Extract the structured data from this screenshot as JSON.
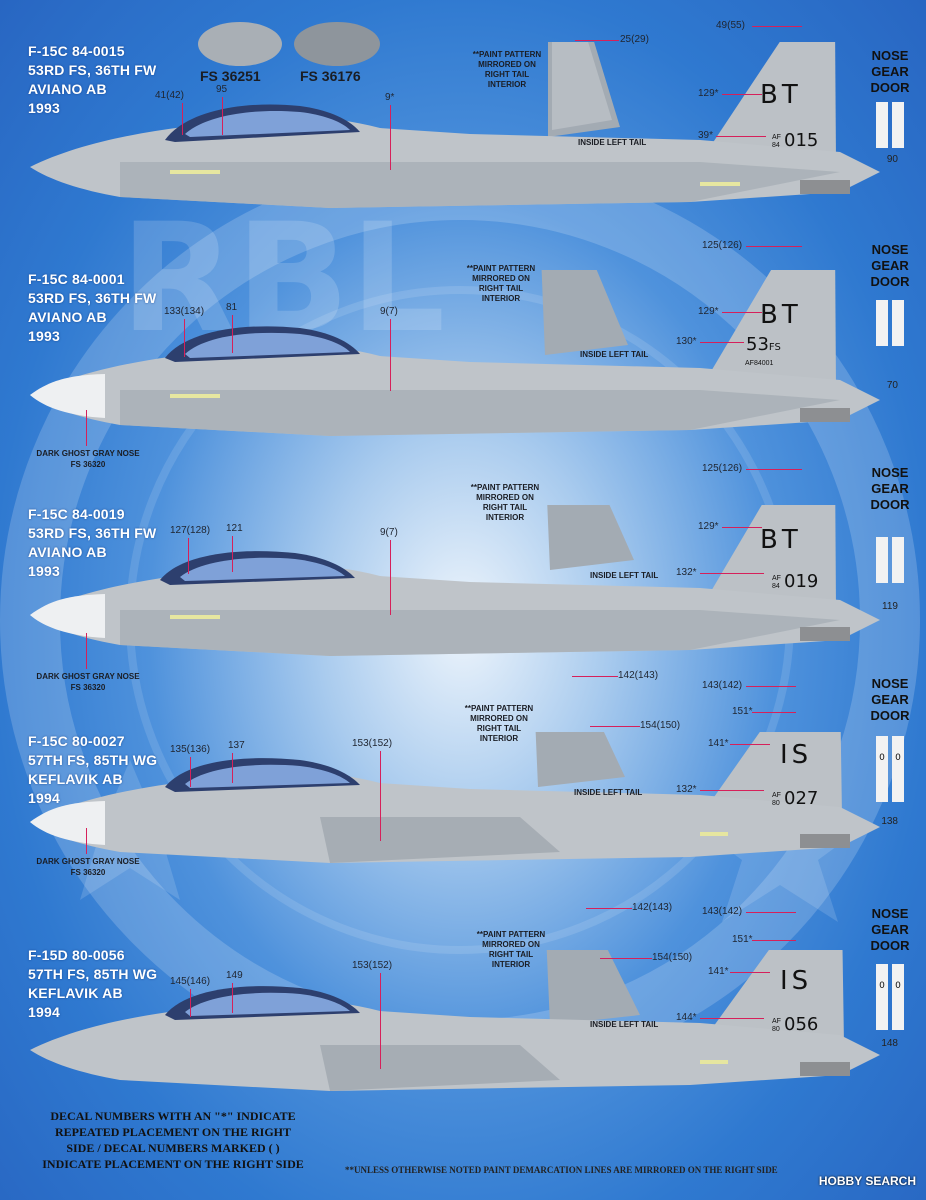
{
  "swatches": [
    {
      "label": "FS 36251",
      "color": "#a9afb5"
    },
    {
      "label": "FS 36176",
      "color": "#8e959c"
    }
  ],
  "notes": {
    "paint_pattern": "**PAINT PATTERN MIRRORED ON RIGHT TAIL INTERIOR",
    "inside_left_tail": "INSIDE LEFT TAIL",
    "dark_ghost_line1": "DARK GHOST GRAY NOSE",
    "dark_ghost_line2": "FS 36320",
    "ngd": [
      "NOSE",
      "GEAR",
      "DOOR"
    ]
  },
  "aircraft": [
    {
      "lines": [
        "F-15C 84-0015",
        "53RD FS, 36TH FW",
        "AVIANO AB",
        "1993"
      ],
      "tail_code": "BT",
      "serial": "015",
      "af_small": [
        "AF",
        "84"
      ],
      "callouts": {
        "canopy_a": "41(42)",
        "canopy_b": "95",
        "spine": "9*",
        "fin_top": "49(55)",
        "fin_code": "129*",
        "fin_serial": "39*",
        "inner_tail": "25(29)"
      },
      "ngd_num": "90"
    },
    {
      "lines": [
        "F-15C 84-0001",
        "53RD FS, 36TH FW",
        "AVIANO AB",
        "1993"
      ],
      "tail_code": "BT",
      "serial": "53",
      "serial_sub": "FS",
      "af_line": "AF84001",
      "callouts": {
        "canopy_a": "133(134)",
        "canopy_b": "81",
        "spine": "9(7)",
        "fin_top": "125(126)",
        "fin_code": "129*",
        "fin_serial": "130*"
      },
      "ngd_num": "70"
    },
    {
      "lines": [
        "F-15C 84-0019",
        "53RD FS, 36TH FW",
        "AVIANO AB",
        "1993"
      ],
      "tail_code": "BT",
      "serial": "019",
      "af_small": [
        "AF",
        "84"
      ],
      "callouts": {
        "canopy_a": "127(128)",
        "canopy_b": "121",
        "spine": "9(7)",
        "fin_top": "125(126)",
        "fin_code": "129*",
        "fin_serial": "132*"
      },
      "ngd_num": "119"
    },
    {
      "lines": [
        "F-15C 80-0027",
        "57TH FS, 85TH WG",
        "KEFLAVIK AB",
        "1994"
      ],
      "tail_code": "IS",
      "serial": "027",
      "af_small": [
        "AF",
        "80"
      ],
      "callouts": {
        "canopy_a": "135(136)",
        "canopy_b": "137",
        "spine": "153(152)",
        "fin_top": "143(142)",
        "fin_mid": "151*",
        "fin_code": "141*",
        "fin_serial": "132*",
        "inner_top": "142(143)",
        "inner_mid": "154(150)"
      },
      "ngd_num": "138"
    },
    {
      "lines": [
        "F-15D 80-0056",
        "57TH FS, 85TH WG",
        "KEFLAVIK AB",
        "1994"
      ],
      "tail_code": "IS",
      "serial": "056",
      "af_small": [
        "AF",
        "80"
      ],
      "callouts": {
        "canopy_a": "145(146)",
        "canopy_b": "149",
        "spine": "153(152)",
        "fin_top": "143(142)",
        "fin_mid": "151*",
        "fin_code": "141*",
        "fin_serial": "144*",
        "inner_top": "142(143)",
        "inner_mid": "154(150)"
      },
      "ngd_num": "148"
    }
  ],
  "footer": [
    "DECAL NUMBERS WITH AN \"*\" INDICATE",
    "REPEATED PLACEMENT ON THE RIGHT",
    "SIDE / DECAL NUMBERS MARKED ( )",
    "INDICATE PLACEMENT ON THE RIGHT SIDE"
  ],
  "bottom_note": "**UNLESS OTHERWISE NOTED PAINT DEMARCATION LINES ARE MIRRORED ON THE RIGHT SIDE",
  "watermark": "HOBBY SEARCH",
  "background_logo": "RBL"
}
